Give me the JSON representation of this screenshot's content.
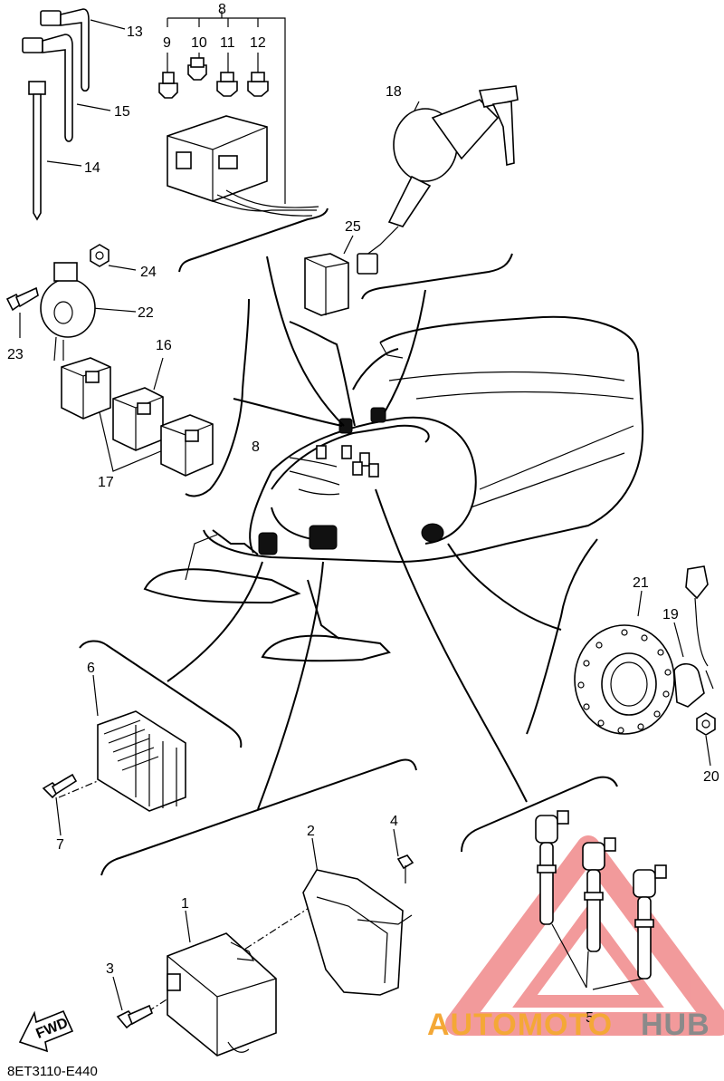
{
  "diagram_code": "8ET3110-E440",
  "fwd_label": "FWD",
  "watermark": {
    "part1": "AUTOMOTO",
    "part2": "HUB",
    "color_primary": "#f4a836",
    "color_secondary": "#8a8a8a",
    "triangle_color": "#e8484a"
  },
  "callouts": {
    "c1": "1",
    "c2": "2",
    "c3": "3",
    "c4": "4",
    "c5": "5",
    "c6": "6",
    "c7": "7",
    "c8a": "8",
    "c8b": "8",
    "c9": "9",
    "c10": "10",
    "c11": "11",
    "c12": "12",
    "c13": "13",
    "c14": "14",
    "c15": "15",
    "c16": "16",
    "c17": "17",
    "c18": "18",
    "c19": "19",
    "c20": "20",
    "c21": "21",
    "c22": "22",
    "c23": "23",
    "c24": "24",
    "c25": "25"
  }
}
